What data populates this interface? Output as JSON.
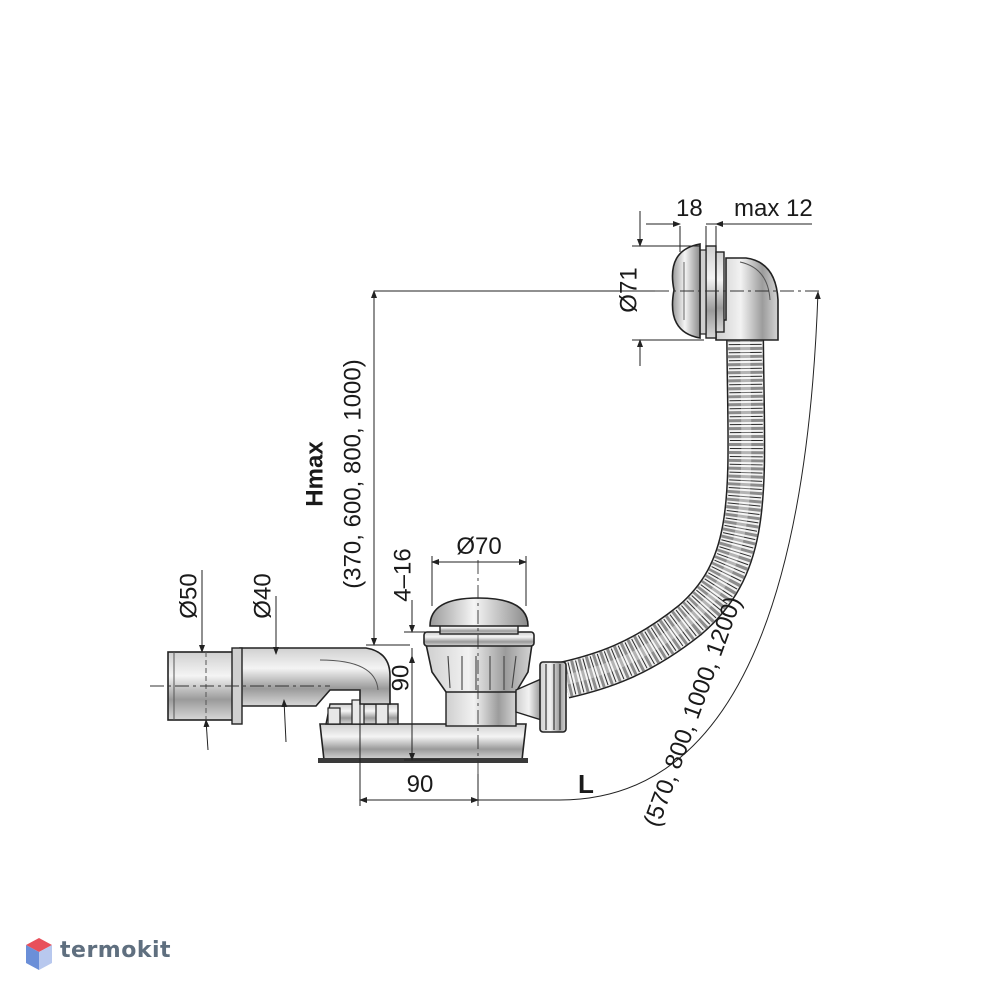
{
  "labels": {
    "dim_18": "18",
    "dim_max12": "max 12",
    "dim_d71": "Ø71",
    "dim_d70": "Ø70",
    "dim_d50": "Ø50",
    "dim_d40": "Ø40",
    "dim_4_16": "4–16",
    "dim_90_vertical": "90",
    "dim_90_horizontal": "90",
    "hmax_bold": "Hmax",
    "hmax_values": "(370, 600, 800, 1000)",
    "l_bold": "L",
    "l_values": "(570, 800, 1000, 1200)"
  },
  "brand": {
    "name": "termokit",
    "colors": {
      "top": "#e8505b",
      "left": "#6b8fd8",
      "right": "#b8c8ee"
    }
  },
  "colors": {
    "line": "#1a1a1a",
    "dim_line": "#333333",
    "metal_light": "#e8e8e8",
    "metal_mid": "#bdbdbd",
    "metal_dark": "#7a7a7a"
  }
}
